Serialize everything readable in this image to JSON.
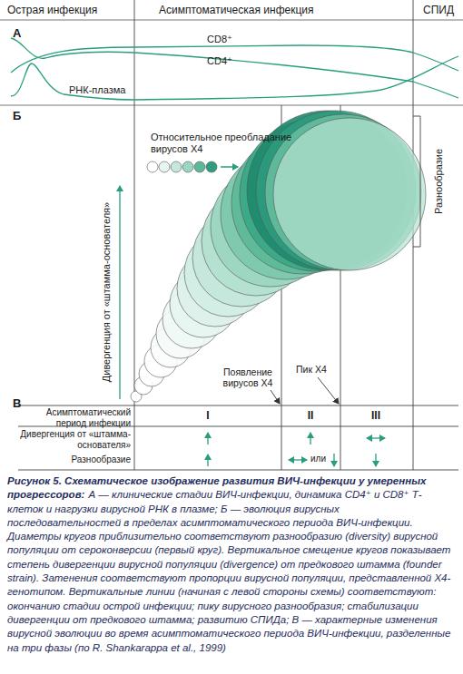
{
  "diagram": {
    "title": "Рисунок 5. Схематическое изображение развития ВИЧ-инфекции у умеренных прогрессоров:",
    "caption": "А — клинические стадии ВИЧ-инфекции, динамика CD4⁺ и CD8⁺ Т-клеток и нагрузки вирусной РНК в плазме; Б — эволюция вирусных последовательностей в пределах асимптоматического периода ВИЧ-инфекции. Диаметры кругов приблизительно соответствуют разнообразию (diversity) вирусной популяции от сероконверсии (первый круг). Вертикальное смещение кругов показывает степень дивергенции вирусной популяции (divergence) от предкового штамма (founder strain). Затенения соответствуют пропорции вирусной популяции, представленной Х4-генотипом. Вертикальные линии (начиная с левой стороны схемы) соответствуют: окончанию стадии острой инфекции; пику вирусного разнообразия; стабилизации дивергенции от предкового штамма; развитию СПИДа; В — характерные изменения вирусной эволюции во время асимптоматического периода ВИЧ-инфекции, разделенные на три фазы (по R. Shankarappa et al., 1999)",
    "labels": [
      "Острая инфекция",
      "Асимптоматическая инфекция",
      "СПИД",
      "А",
      "CD8⁺",
      "CD4⁺",
      "РНК-плазма",
      "Б",
      "Относительное преобладание вирусов Х4",
      "Разнообразие",
      "Дивергенция от «штамма-основателя»",
      "Появление вирусов Х4",
      "Пик Х4",
      "В",
      "Асимптоматический период инфекции",
      "I",
      "II",
      "III",
      "Дивергенция от «штамма-основателя»",
      "Разнообразие",
      "или"
    ]
  }
}
